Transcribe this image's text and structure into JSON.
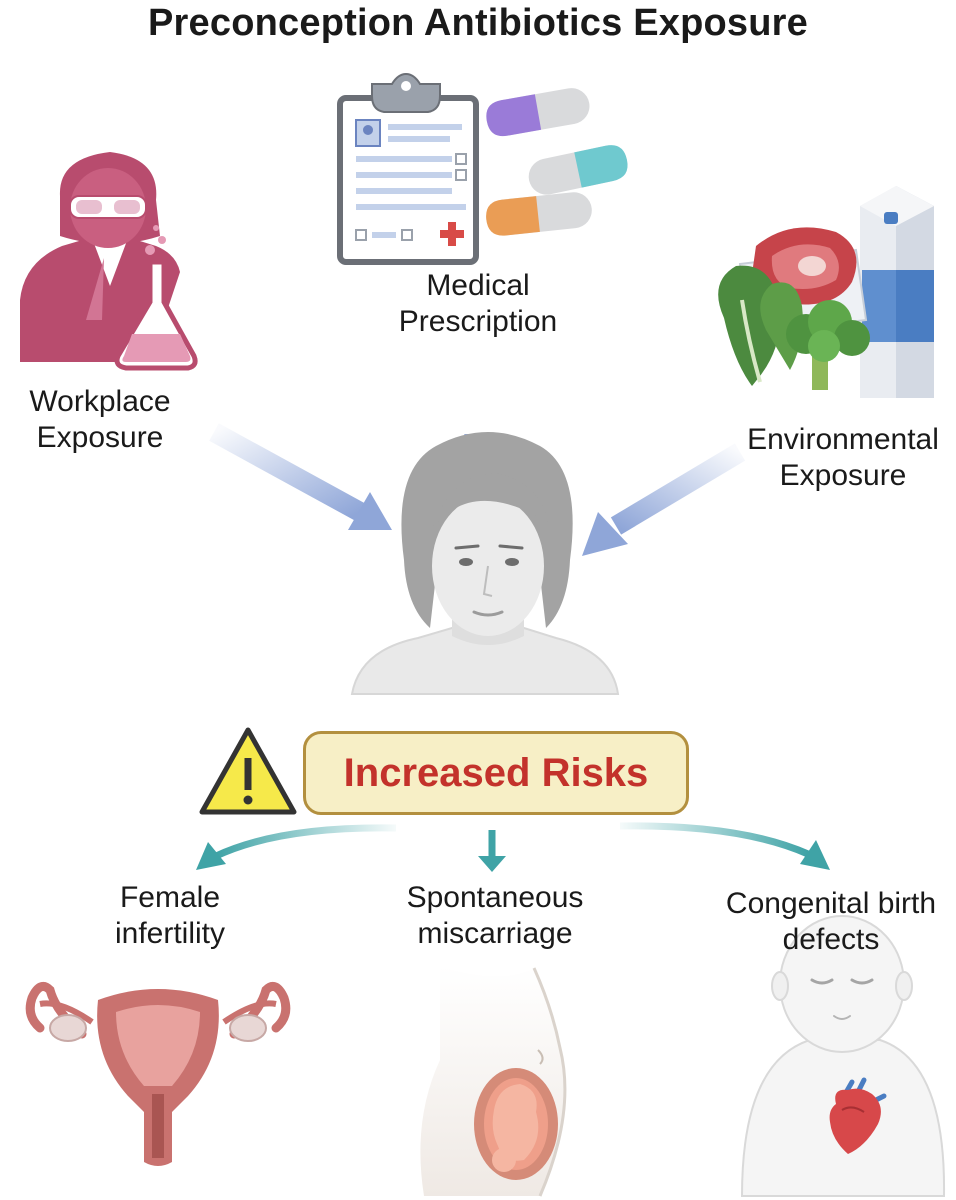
{
  "title": "Preconception Antibiotics Exposure",
  "sources": {
    "workplace": [
      "Workplace",
      "Exposure"
    ],
    "medical": [
      "Medical",
      "Prescription"
    ],
    "environmental": [
      "Environmental",
      "Exposure"
    ]
  },
  "risk_box": {
    "label": "Increased Risks"
  },
  "outcomes": {
    "infertility": [
      "Female",
      "infertility"
    ],
    "miscarriage": [
      "Spontaneous",
      "miscarriage"
    ],
    "birth_defects": [
      "Congenital birth",
      "defects"
    ]
  },
  "colors": {
    "input_arrow": "#8fa6d8",
    "output_arrow": "#3fa3a6",
    "risk_text": "#c3322b",
    "risk_box_fill": "#f7efc6",
    "risk_box_border": "#b3903f",
    "warning_fill": "#f6e94a",
    "worker": "#b84c6e",
    "uterus": "#c9726f"
  },
  "icons": {
    "workplace": "lab-worker-icon",
    "medical": "prescription-clipboard-icon",
    "pills": "capsules-icon",
    "environmental": "food-milk-icon",
    "person": "woman-portrait-icon",
    "warning": "warning-triangle-icon",
    "infertility": "uterus-icon",
    "miscarriage": "pregnancy-icon",
    "birth_defects": "infant-heart-icon"
  }
}
